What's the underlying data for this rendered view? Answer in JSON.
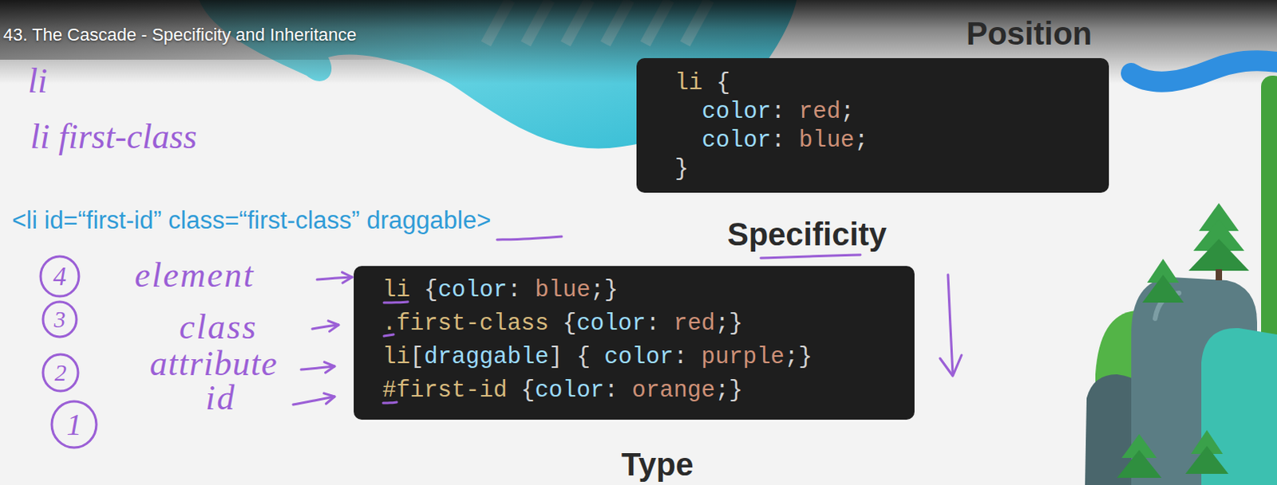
{
  "diagram": {
    "title": "43. The Cascade - Specificity and Inheritance",
    "nodes": [
      {
        "text": [
          "Position",
          "li {",
          "color: red;",
          "color: blue;",
          "}"
        ]
      },
      {
        "text": [
          "Specificity",
          "li {color: blue;}",
          ".first-class {color: red;}",
          "li[draggable] { color: purple;}",
          "#first-id {color: orange;}"
        ]
      },
      {
        "text": [
          "4"
        ]
      },
      {
        "text": [
          "3"
        ]
      },
      {
        "text": [
          "2"
        ]
      },
      {
        "text": [
          "1"
        ]
      }
    ],
    "labels": [
      "li",
      "li first-class",
      "<li id=“first-id” class=“first-class” draggable>",
      "element",
      "class",
      "attribute",
      "id",
      "Type"
    ]
  }
}
